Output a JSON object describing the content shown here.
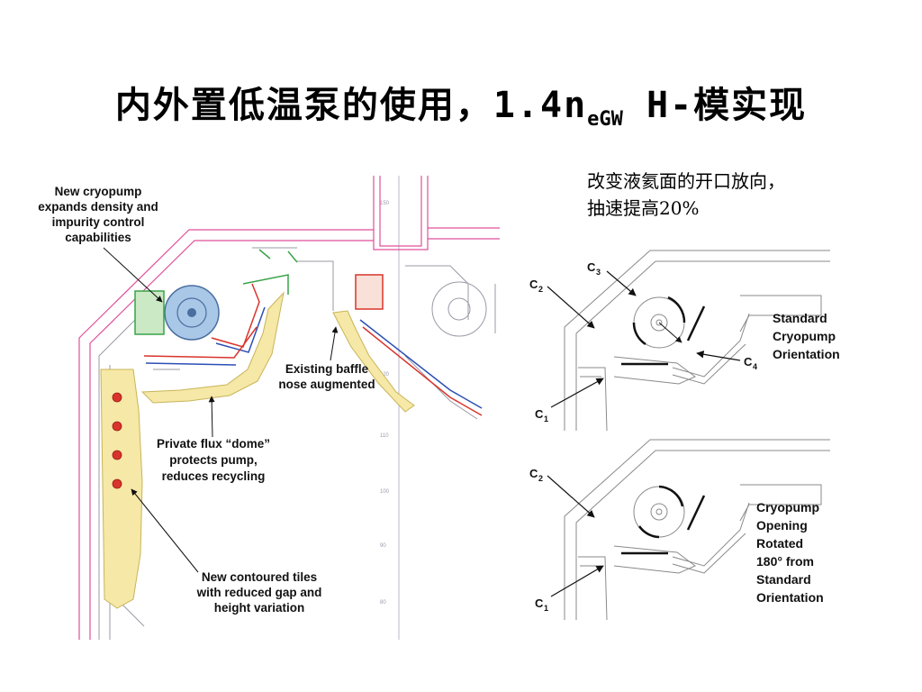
{
  "title": {
    "main": "内外置低温泵的使用，1.4n",
    "sub": "eGW",
    "tail": " H-模实现"
  },
  "note": {
    "line1": "改变液氦面的开口放向，",
    "line2": "抽速提高20%"
  },
  "left_diagram": {
    "labels": {
      "cryopump": [
        "New cryopump",
        "expands density and",
        "impurity control",
        "capabilities"
      ],
      "baffle": [
        "Existing baffle",
        "nose augmented"
      ],
      "dome": [
        "Private flux “dome”",
        "protects pump,",
        "reduces recycling"
      ],
      "tiles": [
        "New contoured tiles",
        "with reduced gap and",
        "height variation"
      ]
    }
  },
  "right_diagram": {
    "top_caption": [
      "Standard",
      "Cryopump",
      "Orientation"
    ],
    "bottom_caption": [
      "Cryopump",
      "Opening",
      "Rotated",
      "180° from",
      "Standard",
      "Orientation"
    ],
    "callouts": {
      "c": "C",
      "c1": "1",
      "c2": "2",
      "c3": "3",
      "c4": "4"
    }
  },
  "colors": {
    "vessel_outline": "#e0509a",
    "tile_fill": "#f6e8a6",
    "pump_fill": "#a9c7e6",
    "component_green": "#3aa34a",
    "component_red": "#d8342c",
    "component_blue": "#2c4fb5"
  }
}
